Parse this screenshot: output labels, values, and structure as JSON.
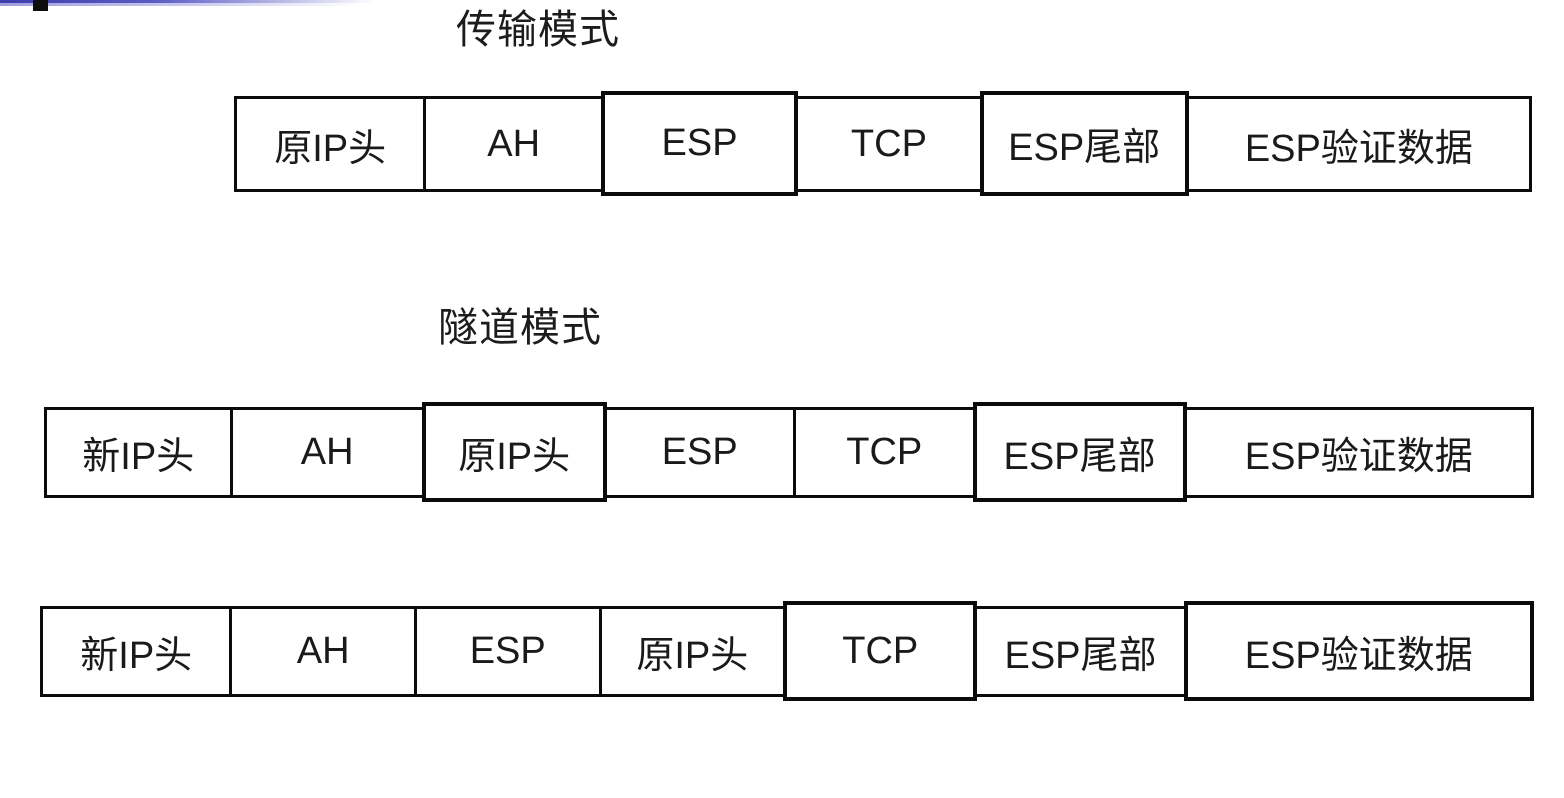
{
  "page": {
    "background": "#ffffff",
    "text_color": "#1a1a1a",
    "box_border_color": "#0b0b0b",
    "accent_line_color": "#3d3dac",
    "tick_color": "#0d0d0d"
  },
  "diagram": {
    "transport_mode": {
      "title": "传输模式",
      "cells": [
        "原IP头",
        "AH",
        "ESP",
        "TCP",
        "ESP尾部",
        "ESP验证数据"
      ]
    },
    "tunnel_mode": {
      "title": "隧道模式",
      "variant1_cells": [
        "新IP头",
        "AH",
        "原IP头",
        "ESP",
        "TCP",
        "ESP尾部",
        "ESP验证数据"
      ],
      "variant2_cells": [
        "新IP头",
        "AH",
        "ESP",
        "原IP头",
        "TCP",
        "ESP尾部",
        "ESP验证数据"
      ]
    }
  }
}
